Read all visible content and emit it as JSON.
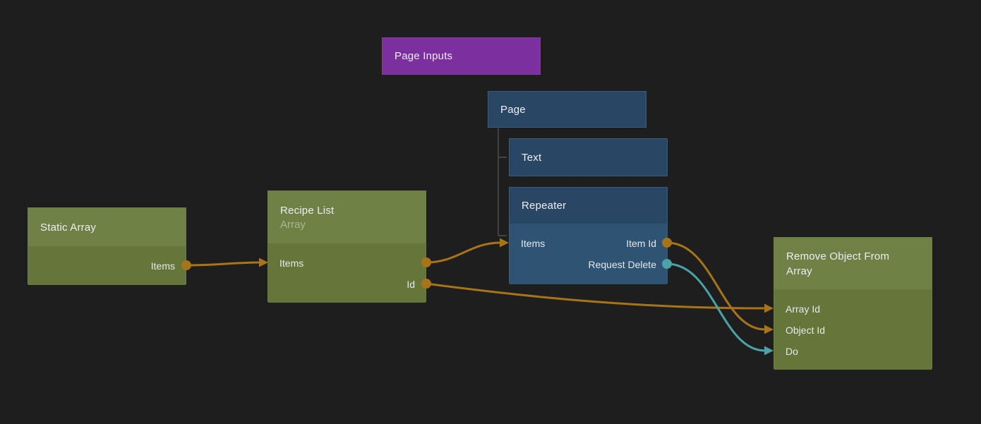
{
  "canvas": {
    "background": "#1e1e1f",
    "description": "Visual programming node graph canvas"
  },
  "colors": {
    "node_green_header": "#6f8145",
    "node_green_body": "#667539",
    "node_blue_header": "#294764",
    "node_blue_body": "#2e5373",
    "node_purple": "#7c2f9f",
    "connection_data_orange": "#a87418",
    "connection_signal_teal": "#4aa3a6",
    "hierarchy_line_gray": "#4f4f4f",
    "title_text": "#eceef4",
    "port_text": "#e6e9ed"
  },
  "nodes": {
    "page_inputs": {
      "title": "Page Inputs",
      "type": "purple"
    },
    "page": {
      "title": "Page",
      "type": "blue"
    },
    "text": {
      "title": "Text",
      "type": "blue"
    },
    "repeater": {
      "title": "Repeater",
      "type": "blue",
      "rows": [
        {
          "left": "Items",
          "right": "Item Id"
        },
        {
          "right": "Request Delete"
        }
      ]
    },
    "static_array": {
      "title": "Static Array",
      "type": "green",
      "rows": [
        {
          "right": "Items"
        }
      ]
    },
    "recipe_list": {
      "title": "Recipe List",
      "subtitle": "Array",
      "type": "green",
      "rows": [
        {
          "left": "Items"
        },
        {
          "right": "Id"
        }
      ]
    },
    "remove_object": {
      "title": "Remove Object From Array",
      "type": "green",
      "rows": [
        {
          "left": "Array Id"
        },
        {
          "left": "Object Id"
        },
        {
          "left": "Do"
        }
      ]
    }
  },
  "connections": [
    {
      "from": "Static Array.Items",
      "to": "Recipe List.Items",
      "color": "#a87418",
      "kind": "data"
    },
    {
      "from": "Recipe List.Items",
      "to": "Repeater.Items",
      "color": "#a87418",
      "kind": "data"
    },
    {
      "from": "Recipe List.Id",
      "to": "Remove Object From Array.Array Id",
      "color": "#a87418",
      "kind": "data"
    },
    {
      "from": "Repeater.Item Id",
      "to": "Remove Object From Array.Object Id",
      "color": "#a87418",
      "kind": "data"
    },
    {
      "from": "Repeater.Request Delete",
      "to": "Remove Object From Array.Do",
      "color": "#4aa3a6",
      "kind": "signal"
    },
    {
      "from": "Page",
      "to": "Text",
      "kind": "hierarchy"
    },
    {
      "from": "Page",
      "to": "Repeater",
      "kind": "hierarchy"
    }
  ]
}
